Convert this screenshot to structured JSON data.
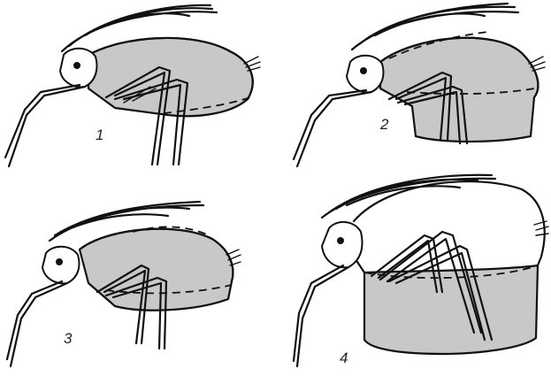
{
  "colors": {
    "abdomen_fill": "#c8c8c8",
    "ink": "#111111",
    "background": "#ffffff"
  },
  "panels": [
    {
      "label": "1"
    },
    {
      "label": "2"
    },
    {
      "label": "3"
    },
    {
      "label": "4"
    }
  ]
}
